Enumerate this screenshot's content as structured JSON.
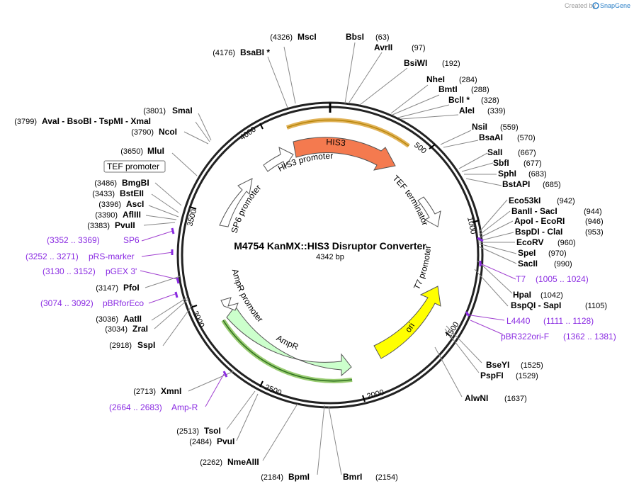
{
  "title": "M4754 KanMX::HIS3 Disruptor Converter",
  "length_label": "4342 bp",
  "total_bp": 4342,
  "brand": {
    "created_by": "Created by",
    "name": "SnapGene"
  },
  "ticks": [
    {
      "label": "500",
      "bp": 500
    },
    {
      "label": "1000",
      "bp": 1000
    },
    {
      "label": "1500",
      "bp": 1500
    },
    {
      "label": "2000",
      "bp": 2000
    },
    {
      "label": "2500",
      "bp": 2500
    },
    {
      "label": "3000",
      "bp": 3000
    },
    {
      "label": "3500",
      "bp": 3500
    },
    {
      "label": "4000",
      "bp": 4000
    }
  ],
  "features": [
    {
      "name": "HIS3",
      "color": "#f47a4f"
    },
    {
      "name": "HIS3 promoter",
      "color": "#ffffff"
    },
    {
      "name": "TEF terminator",
      "color": "#ffffff"
    },
    {
      "name": "T7 promoter",
      "color": "#ffffff"
    },
    {
      "name": "ori",
      "color": "#ffff00"
    },
    {
      "name": "AmpR",
      "color": "#ccffcc"
    },
    {
      "name": "AmpR promoter",
      "color": "#ffffff"
    },
    {
      "name": "SP6 promoter",
      "color": "#ffffff"
    },
    {
      "name": "TEF promoter",
      "color": "#ffffff"
    }
  ],
  "sites": [
    {
      "enzymes": "MscI",
      "pos": "(4326)"
    },
    {
      "enzymes": "BbsI",
      "pos": "(63)"
    },
    {
      "enzymes": "AvrII",
      "pos": "(97)"
    },
    {
      "enzymes": "BsaBI *",
      "pos": "(4176)"
    },
    {
      "enzymes": "BsiWI",
      "pos": "(192)"
    },
    {
      "enzymes": "NheI",
      "pos": "(284)"
    },
    {
      "enzymes": "BmtI",
      "pos": "(288)"
    },
    {
      "enzymes": "BclI *",
      "pos": "(328)"
    },
    {
      "enzymes": "AleI",
      "pos": "(339)"
    },
    {
      "enzymes": "SmaI",
      "pos": "(3801)"
    },
    {
      "enzymes": "AvaI - BsoBI - TspMI - XmaI",
      "pos": "(3799)"
    },
    {
      "enzymes": "NcoI",
      "pos": "(3790)"
    },
    {
      "enzymes": "NsiI",
      "pos": "(559)"
    },
    {
      "enzymes": "BsaAI",
      "pos": "(570)"
    },
    {
      "enzymes": "MluI",
      "pos": "(3650)"
    },
    {
      "enzymes": "SalI",
      "pos": "(667)"
    },
    {
      "enzymes": "SbfI",
      "pos": "(677)"
    },
    {
      "enzymes": "SphI",
      "pos": "(683)"
    },
    {
      "enzymes": "BstAPI",
      "pos": "(685)"
    },
    {
      "enzymes": "BmgBI",
      "pos": "(3486)"
    },
    {
      "enzymes": "BstEII",
      "pos": "(3433)"
    },
    {
      "enzymes": "AscI",
      "pos": "(3396)"
    },
    {
      "enzymes": "AflIII",
      "pos": "(3390)"
    },
    {
      "enzymes": "PvuII",
      "pos": "(3383)"
    },
    {
      "enzymes": "Eco53kI",
      "pos": "(942)"
    },
    {
      "enzymes": "BanII - SacI",
      "pos": "(944)"
    },
    {
      "enzymes": "ApoI - EcoRI",
      "pos": "(946)"
    },
    {
      "enzymes": "BspDI - ClaI",
      "pos": "(953)"
    },
    {
      "enzymes": "EcoRV",
      "pos": "(960)"
    },
    {
      "enzymes": "SpeI",
      "pos": "(970)"
    },
    {
      "enzymes": "SacII",
      "pos": "(990)"
    },
    {
      "enzymes": "PfoI",
      "pos": "(3147)"
    },
    {
      "enzymes": "HpaI",
      "pos": "(1042)"
    },
    {
      "enzymes": "BspQI - SapI",
      "pos": "(1105)"
    },
    {
      "enzymes": "AatII",
      "pos": "(3036)"
    },
    {
      "enzymes": "ZraI",
      "pos": "(3034)"
    },
    {
      "enzymes": "SspI",
      "pos": "(2918)"
    },
    {
      "enzymes": "BseYI",
      "pos": "(1525)"
    },
    {
      "enzymes": "PspFI",
      "pos": "(1529)"
    },
    {
      "enzymes": "AlwNI",
      "pos": "(1637)"
    },
    {
      "enzymes": "XmnI",
      "pos": "(2713)"
    },
    {
      "enzymes": "TsoI",
      "pos": "(2513)"
    },
    {
      "enzymes": "PvuI",
      "pos": "(2484)"
    },
    {
      "enzymes": "NmeAIII",
      "pos": "(2262)"
    },
    {
      "enzymes": "BpmI",
      "pos": "(2184)"
    },
    {
      "enzymes": "BmrI",
      "pos": "(2154)"
    }
  ],
  "primers": [
    {
      "name": "SP6",
      "range": "(3352 .. 3369)"
    },
    {
      "name": "pRS-marker",
      "range": "(3252 .. 3271)"
    },
    {
      "name": "pGEX 3'",
      "range": "(3130 .. 3152)"
    },
    {
      "name": "pBRforEco",
      "range": "(3074 .. 3092)"
    },
    {
      "name": "Amp-R",
      "range": "(2664 .. 2683)"
    },
    {
      "name": "T7",
      "range": "(1005 .. 1024)"
    },
    {
      "name": "L4440",
      "range": "(1111 .. 1128)"
    },
    {
      "name": "pBR322ori-F",
      "range": "(1362 .. 1381)"
    }
  ]
}
